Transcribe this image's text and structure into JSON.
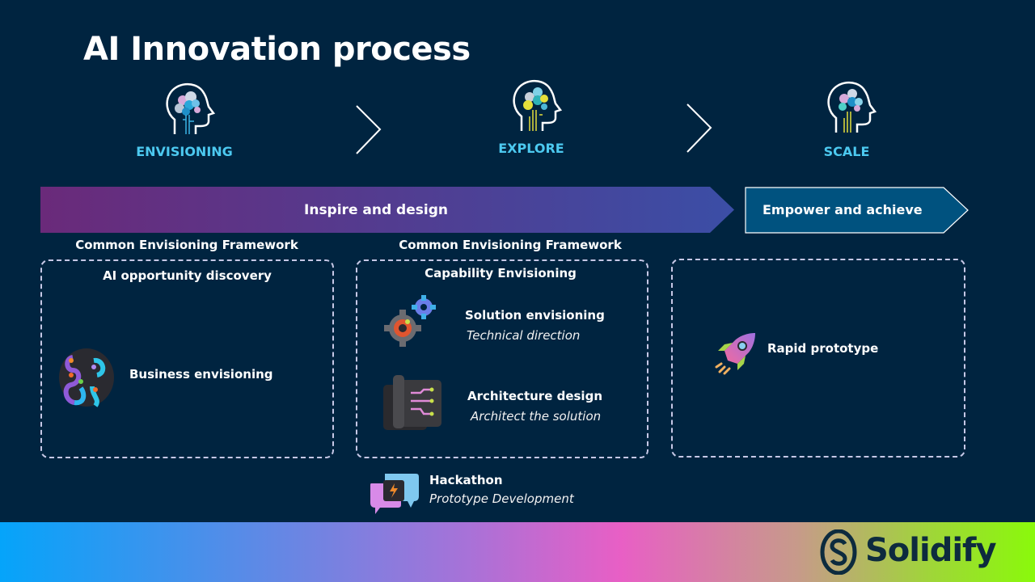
{
  "title": "AI Innovation process",
  "stages": [
    {
      "label": "ENVISIONING",
      "icon": "head-brain-icon"
    },
    {
      "label": "EXPLORE",
      "icon": "head-brain-icon"
    },
    {
      "label": "SCALE",
      "icon": "head-brain-icon"
    }
  ],
  "bands": {
    "inspire": "Inspire and design",
    "empower": "Empower and achieve"
  },
  "colors": {
    "background": "#002440",
    "stage_label": "#4cc9f0",
    "band_start": "#6a2a7a",
    "band_end": "#3b4ea6",
    "empower_fill": "#00527f"
  },
  "columns": [
    {
      "framework": "Common Envisioning Framework",
      "box_title": "AI opportunity discovery",
      "items": [
        {
          "title": "Business envisioning",
          "icon": "brain-icon"
        }
      ]
    },
    {
      "framework": "Common Envisioning Framework",
      "box_title": "Capability Envisioning",
      "items": [
        {
          "title": "Solution envisioning",
          "subtitle": "Technical direction",
          "icon": "gears-icon"
        },
        {
          "title": "Architecture design",
          "subtitle": "Architect the solution",
          "icon": "blueprint-icon"
        }
      ]
    },
    {
      "items": [
        {
          "title": "Rapid prototype",
          "icon": "rocket-icon"
        }
      ]
    }
  ],
  "hackathon": {
    "title": "Hackathon",
    "subtitle": "Prototype Development",
    "icon": "chat-chip-icon"
  },
  "logo": {
    "text": "Solidify"
  }
}
